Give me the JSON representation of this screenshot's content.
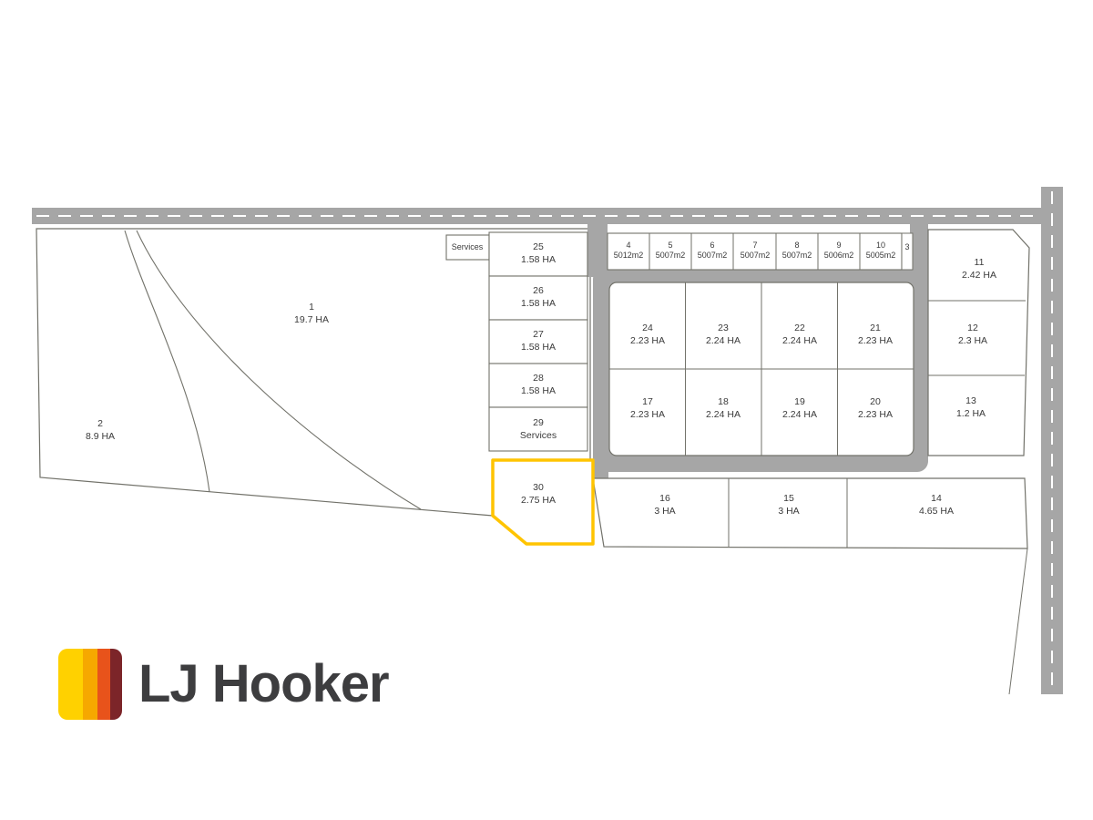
{
  "logo": {
    "brand": "LJ Hooker"
  },
  "labels": {
    "services_top": "Services"
  },
  "colors": {
    "highlight": "#FFC400",
    "road": "#A6A6A6",
    "boundary": "#72726A",
    "text": "#3A3A3A",
    "logo_yellow": "#FFD100",
    "logo_amber": "#F6A800",
    "logo_orange": "#E8531B",
    "logo_maroon": "#7C2529"
  },
  "lots": {
    "l1": {
      "num": "1",
      "area": "19.7 HA"
    },
    "l2": {
      "num": "2",
      "area": "8.9 HA"
    },
    "l3": {
      "num": "3",
      "area": ""
    },
    "l4": {
      "num": "4",
      "area": "5012m2"
    },
    "l5": {
      "num": "5",
      "area": "5007m2"
    },
    "l6": {
      "num": "6",
      "area": "5007m2"
    },
    "l7": {
      "num": "7",
      "area": "5007m2"
    },
    "l8": {
      "num": "8",
      "area": "5007m2"
    },
    "l9": {
      "num": "9",
      "area": "5006m2"
    },
    "l10": {
      "num": "10",
      "area": "5005m2"
    },
    "l11": {
      "num": "11",
      "area": "2.42 HA"
    },
    "l12": {
      "num": "12",
      "area": "2.3 HA"
    },
    "l13": {
      "num": "13",
      "area": "1.2 HA"
    },
    "l14": {
      "num": "14",
      "area": "4.65 HA"
    },
    "l15": {
      "num": "15",
      "area": "3 HA"
    },
    "l16": {
      "num": "16",
      "area": "3 HA"
    },
    "l17": {
      "num": "17",
      "area": "2.23 HA"
    },
    "l18": {
      "num": "18",
      "area": "2.24 HA"
    },
    "l19": {
      "num": "19",
      "area": "2.24 HA"
    },
    "l20": {
      "num": "20",
      "area": "2.23 HA"
    },
    "l21": {
      "num": "21",
      "area": "2.23 HA"
    },
    "l22": {
      "num": "22",
      "area": "2.24 HA"
    },
    "l23": {
      "num": "23",
      "area": "2.24 HA"
    },
    "l24": {
      "num": "24",
      "area": "2.23 HA"
    },
    "l25": {
      "num": "25",
      "area": "1.58 HA"
    },
    "l26": {
      "num": "26",
      "area": "1.58 HA"
    },
    "l27": {
      "num": "27",
      "area": "1.58 HA"
    },
    "l28": {
      "num": "28",
      "area": "1.58 HA"
    },
    "l29": {
      "num": "29",
      "area": "Services"
    },
    "l30": {
      "num": "30",
      "area": "2.75 HA"
    }
  }
}
